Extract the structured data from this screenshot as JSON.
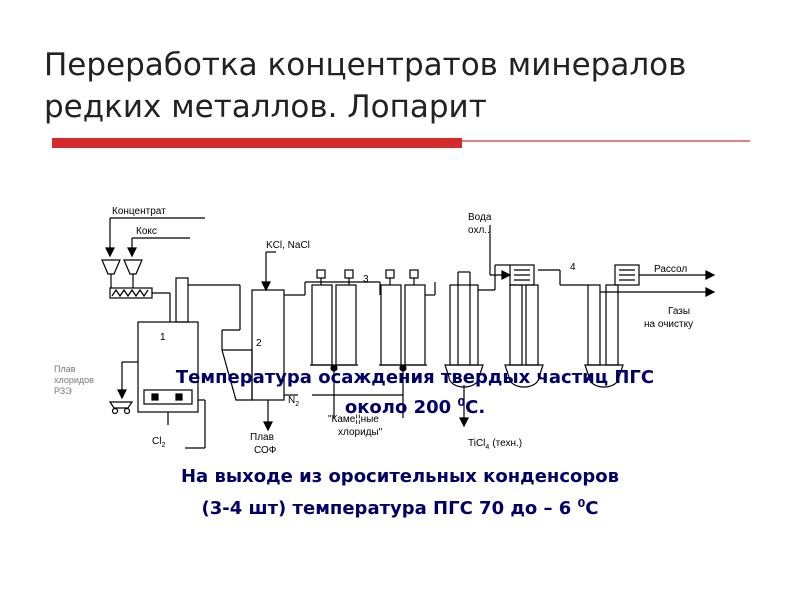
{
  "title": {
    "line1": "Переработка концентратов минералов",
    "line2": "редких металлов. Лопарит"
  },
  "colors": {
    "title_text": "#222222",
    "accent_red": "#d42a2a",
    "thin_line": "#e08080",
    "note1_text": "#000066",
    "note2_text": "#000066"
  },
  "scheme": {
    "labels": {
      "concentrate": "Концентрат",
      "coke": "Кокс",
      "kcl_nacl": "KCl, NaCl",
      "water": "Вода",
      "water2": "охл..",
      "brine": "Рассол",
      "gases": "Газы",
      "gases2": "на очистку",
      "melt_ree1": "Плав",
      "melt_ree2": "хлоридов",
      "melt_ree3": "РЗЭ",
      "cl2": "Cl",
      "cl2_sub": "2",
      "melt_sof1": "Плав",
      "melt_sof2": "СОФ",
      "stone_chlorides1": "\"Каме¦¦ные",
      "stone_chlorides2": "хлориды\"",
      "ticl4": "TiCl",
      "ticl4_sub": "4",
      "ticl4_tail": "(техн.)",
      "n2": "N",
      "n2_sub": "2"
    },
    "numbers": {
      "n1": "1",
      "n2": "2",
      "n3": "3",
      "n4": "4"
    }
  },
  "notes": {
    "line1": "Температура осаждения твердых частиц ПГС",
    "line2_pre": "около 200",
    "line2_sup": "0",
    "line2_post": "С.",
    "line3": "На выходе из оросительных конденсоров",
    "line4_pre": "(3-4 шт) температура ПГС 70 до – 6",
    "line4_sup": "0",
    "line4_post": "С"
  }
}
